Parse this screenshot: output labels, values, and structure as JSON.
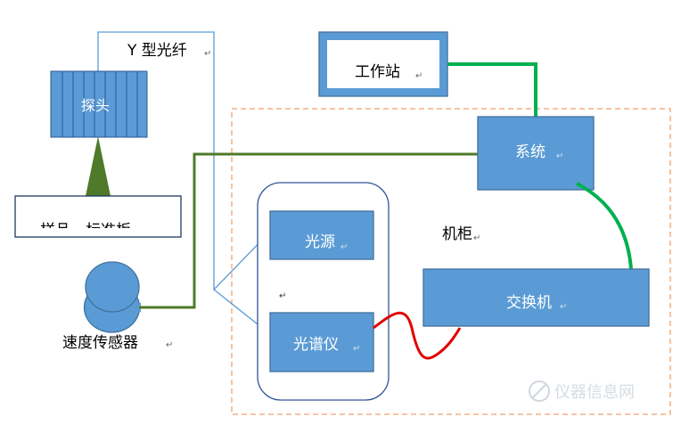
{
  "diagram": {
    "fiber_label": "Y 型光纤",
    "probe_label": "探头",
    "sample_label": "样品、标准板",
    "speed_sensor_label": "速度传感器",
    "workstation_label": "工作站",
    "system_label": "系统",
    "light_source_label": "光源",
    "spectrometer_label": "光谱仪",
    "cabinet_label": "机柜",
    "switch_label": "交换机",
    "watermark_text": "仪器信息网"
  },
  "colors": {
    "box_fill": "#5b9bd5",
    "box_border": "#41719c",
    "green_line": "#00b050",
    "olive_line": "#4e7a2a",
    "red_line": "#e00000",
    "dashed_border": "#f4b183",
    "fiber_line": "#5b9bd5"
  }
}
